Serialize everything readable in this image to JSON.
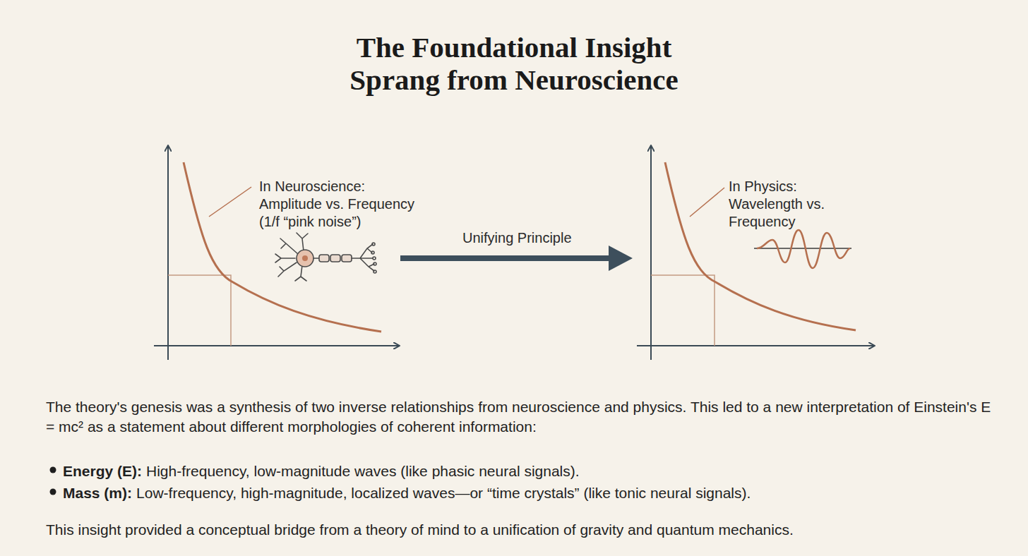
{
  "diagram": {
    "title": "The Foundational Insight Sprang from Neuroscience",
    "nodes": [
      {
        "text": [
          "In Neuroscience: Amplitude vs. Frequency (1/f “pink noise”)"
        ]
      },
      {
        "text": [
          "In Physics: Wavelength vs. Frequency"
        ]
      }
    ],
    "edges": [
      {
        "from": 0,
        "to": 1,
        "arrow": "to",
        "label": "Unifying Principle"
      }
    ],
    "labels": [
      "The theory's genesis was a synthesis of two inverse relationships from neuroscience and physics. This led to a new interpretation of Einstein's E = mc² as a statement about different morphologies of coherent information:",
      "Energy (E):",
      "High-frequency, low-magnitude waves (like phasic neural signals).",
      "Mass (m):",
      "Low-frequency, high-magnitude, localized waves—or “time crystals” (like tonic neural signals).",
      "This insight provided a conceptual bridge from a theory of mind to a unification of gravity and quantum mechanics."
    ]
  }
}
